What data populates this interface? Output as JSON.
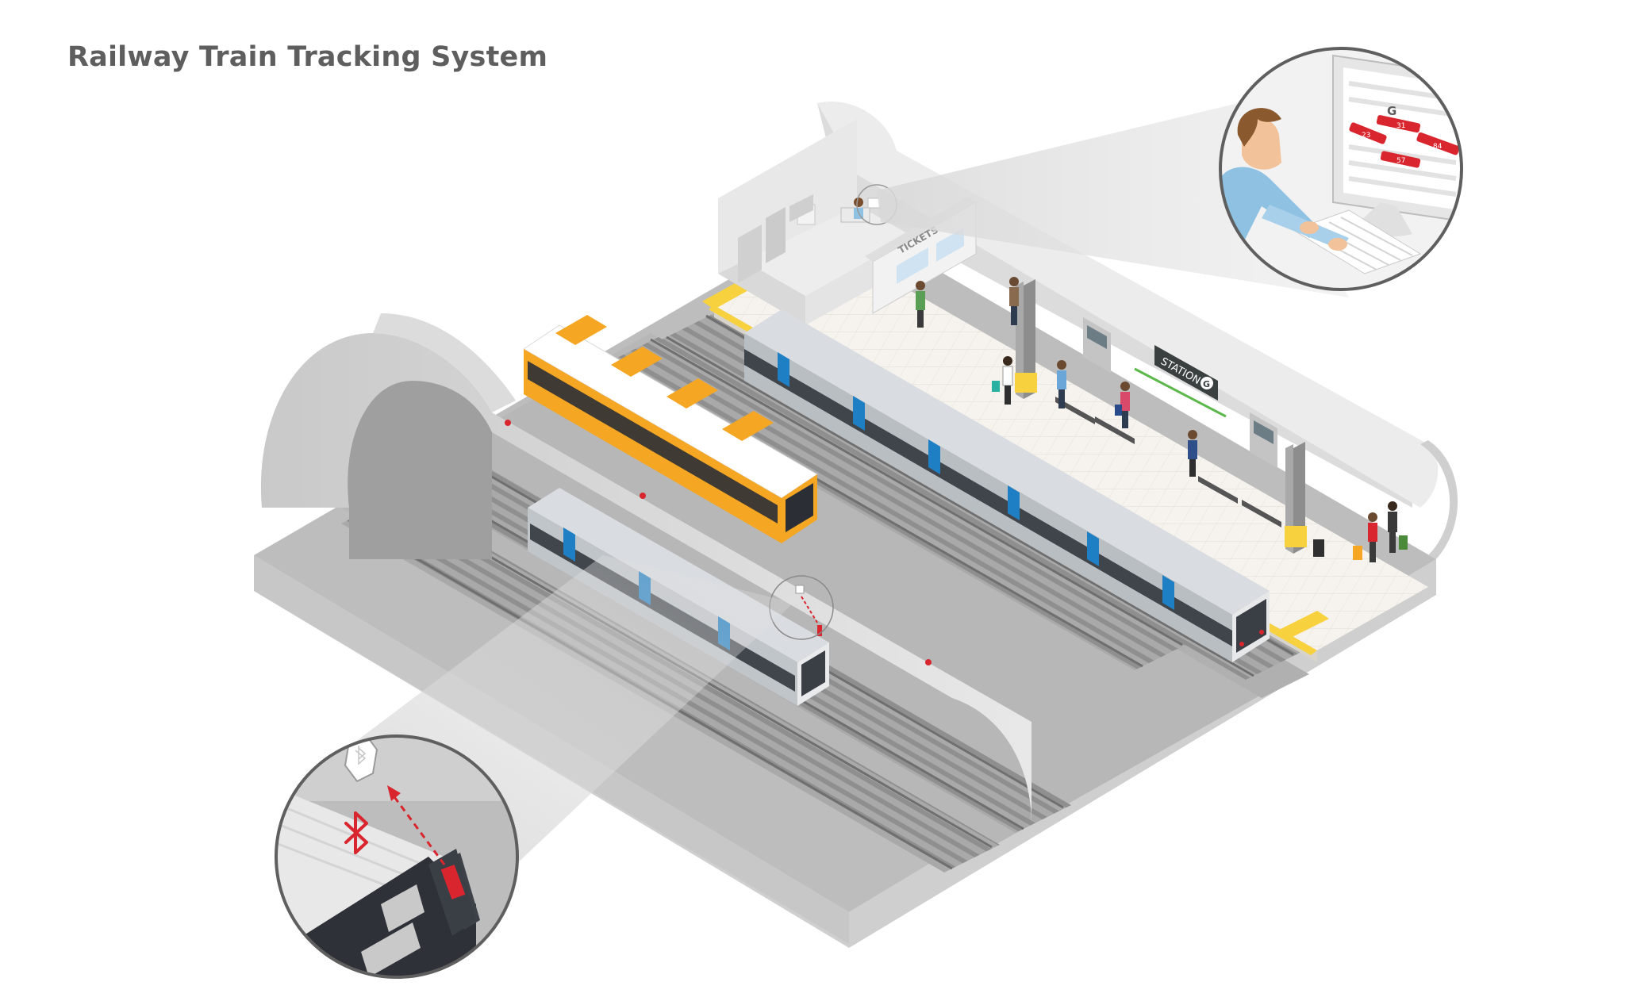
{
  "title": "Railway Train Tracking System",
  "labels": {
    "tickets_sign": "TICKETS",
    "station_sign": "STATION",
    "station_letter": "G",
    "monitor_heading": "G",
    "monitor_numbers": [
      "31",
      "23",
      "84",
      "57"
    ]
  },
  "icons": {
    "bluetooth": "bluetooth-icon",
    "beacon": "beacon-icon"
  },
  "colors": {
    "accent_red": "#d9262e",
    "train_blue": "#1f7fc4",
    "train_orange": "#f5a623",
    "platform_yellow": "#f7d23e",
    "tunnel_grey": "#d6d6d6"
  }
}
